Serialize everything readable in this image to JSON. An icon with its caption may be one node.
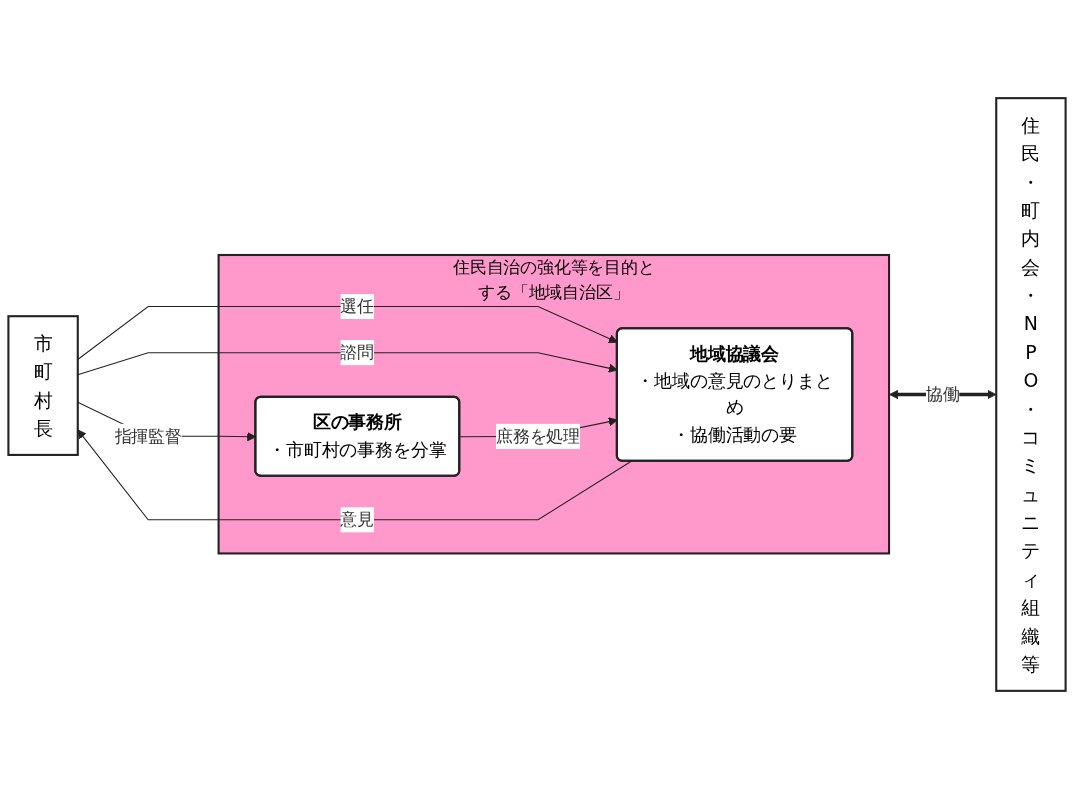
{
  "diagram": {
    "nodes": [
      {
        "text": [
          "市町村長"
        ]
      },
      {
        "text": [
          "住民自治の強化等を目的とする「地域自治区」"
        ]
      },
      {
        "text": [
          "地域協議会",
          "・地域の意見のとりまとめ",
          "・協働活動の要"
        ],
        "in": 1
      },
      {
        "text": [
          "区の事務所",
          "・市町村の事務を分掌"
        ],
        "in": 1
      },
      {
        "text": [
          "住民・町内会・NPO・コミュニティ組織等"
        ]
      }
    ],
    "edges": [
      {
        "from": 0,
        "to": 2,
        "arrow": "to",
        "label": "選任"
      },
      {
        "from": 0,
        "to": 2,
        "arrow": "to",
        "label": "諮問"
      },
      {
        "from": 2,
        "to": 0,
        "arrow": "to",
        "label": "意見"
      },
      {
        "from": 3,
        "to": 2,
        "arrow": "to",
        "label": "庶務を処理"
      },
      {
        "from": 0,
        "to": 3,
        "arrow": "to",
        "label": "指揮監督"
      },
      {
        "from": 1,
        "to": 4,
        "arrow": "both",
        "label": "協働",
        "style": "thick"
      }
    ]
  }
}
